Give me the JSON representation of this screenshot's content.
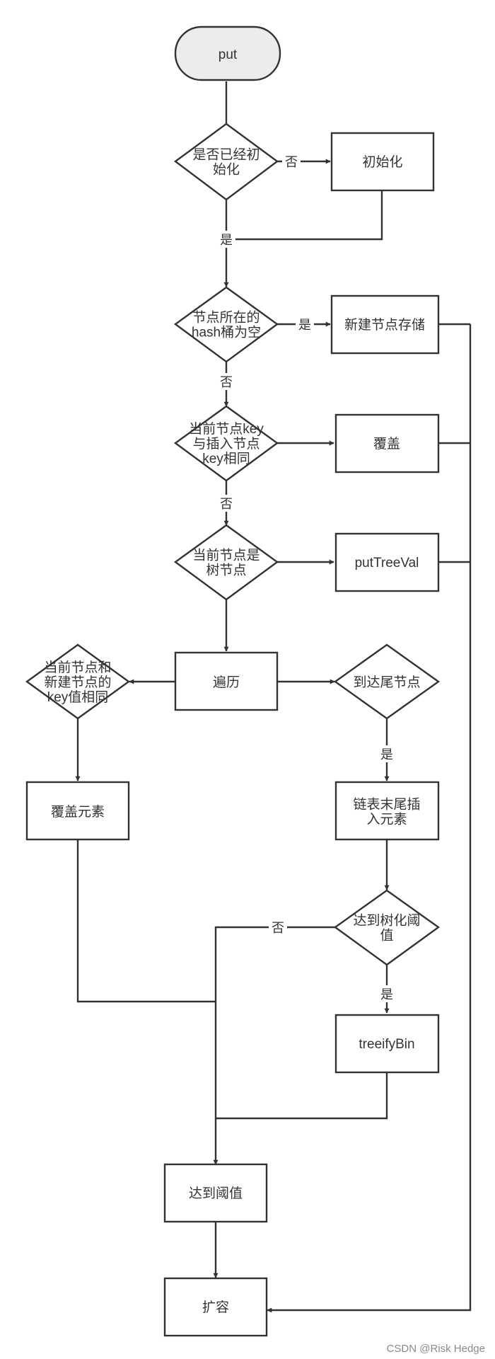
{
  "nodes": {
    "put": {
      "lines": [
        "put"
      ]
    },
    "initialized_check": {
      "lines": [
        "是否已经初",
        "始化"
      ]
    },
    "initialize": {
      "lines": [
        "初始化"
      ]
    },
    "bucket_empty_check": {
      "lines": [
        "节点所在的",
        "hash桶为空"
      ]
    },
    "new_node_store": {
      "lines": [
        "新建节点存储"
      ]
    },
    "key_equal_check": {
      "lines": [
        "当前节点key",
        "与插入节点",
        "key相同"
      ]
    },
    "overwrite": {
      "lines": [
        "覆盖"
      ]
    },
    "tree_node_check": {
      "lines": [
        "当前节点是",
        "树节点"
      ]
    },
    "put_tree_val": {
      "lines": [
        "putTreeVal"
      ]
    },
    "traverse": {
      "lines": [
        "遍历"
      ]
    },
    "same_key_check": {
      "lines": [
        "当前节点和",
        "新建节点的",
        "key值相同"
      ]
    },
    "tail_check": {
      "lines": [
        "到达尾节点"
      ]
    },
    "overwrite_element": {
      "lines": [
        "覆盖元素"
      ]
    },
    "append_tail": {
      "lines": [
        "链表末尾插",
        "入元素"
      ]
    },
    "treeify_threshold_check": {
      "lines": [
        "达到树化阈",
        "值"
      ]
    },
    "treeify_bin": {
      "lines": [
        "treeifyBin"
      ]
    },
    "threshold_reached": {
      "lines": [
        "达到阈值"
      ]
    },
    "resize": {
      "lines": [
        "扩容"
      ]
    }
  },
  "edge_labels": {
    "init_no": "否",
    "init_yes": "是",
    "bucket_yes": "是",
    "bucket_no": "否",
    "key_no": "否",
    "tail_yes": "是",
    "treeify_no": "否",
    "treeify_yes": "是"
  },
  "watermark": "CSDN @Risk Hedge",
  "colors": {
    "stroke": "#333333",
    "start_fill": "#eeebeb",
    "box_fill": "#ffffff",
    "text": "#333333"
  }
}
